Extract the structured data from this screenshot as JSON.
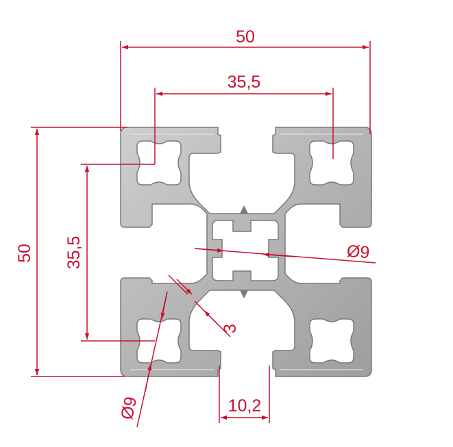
{
  "colors": {
    "dimension": "#c8102e",
    "profile_fill": "#b7b7b7",
    "profile_light": "#d4d4d4",
    "profile_dark": "#8a8a8a",
    "profile_edge": "#7a7a7a"
  },
  "dimensions": {
    "overall_width": "50",
    "overall_height": "50",
    "hole_spacing_horizontal": "35,5",
    "hole_spacing_vertical": "35,5",
    "center_bore": "Ø9",
    "corner_bore": "Ø9",
    "web_thickness": "3",
    "slot_width": "10,2"
  }
}
